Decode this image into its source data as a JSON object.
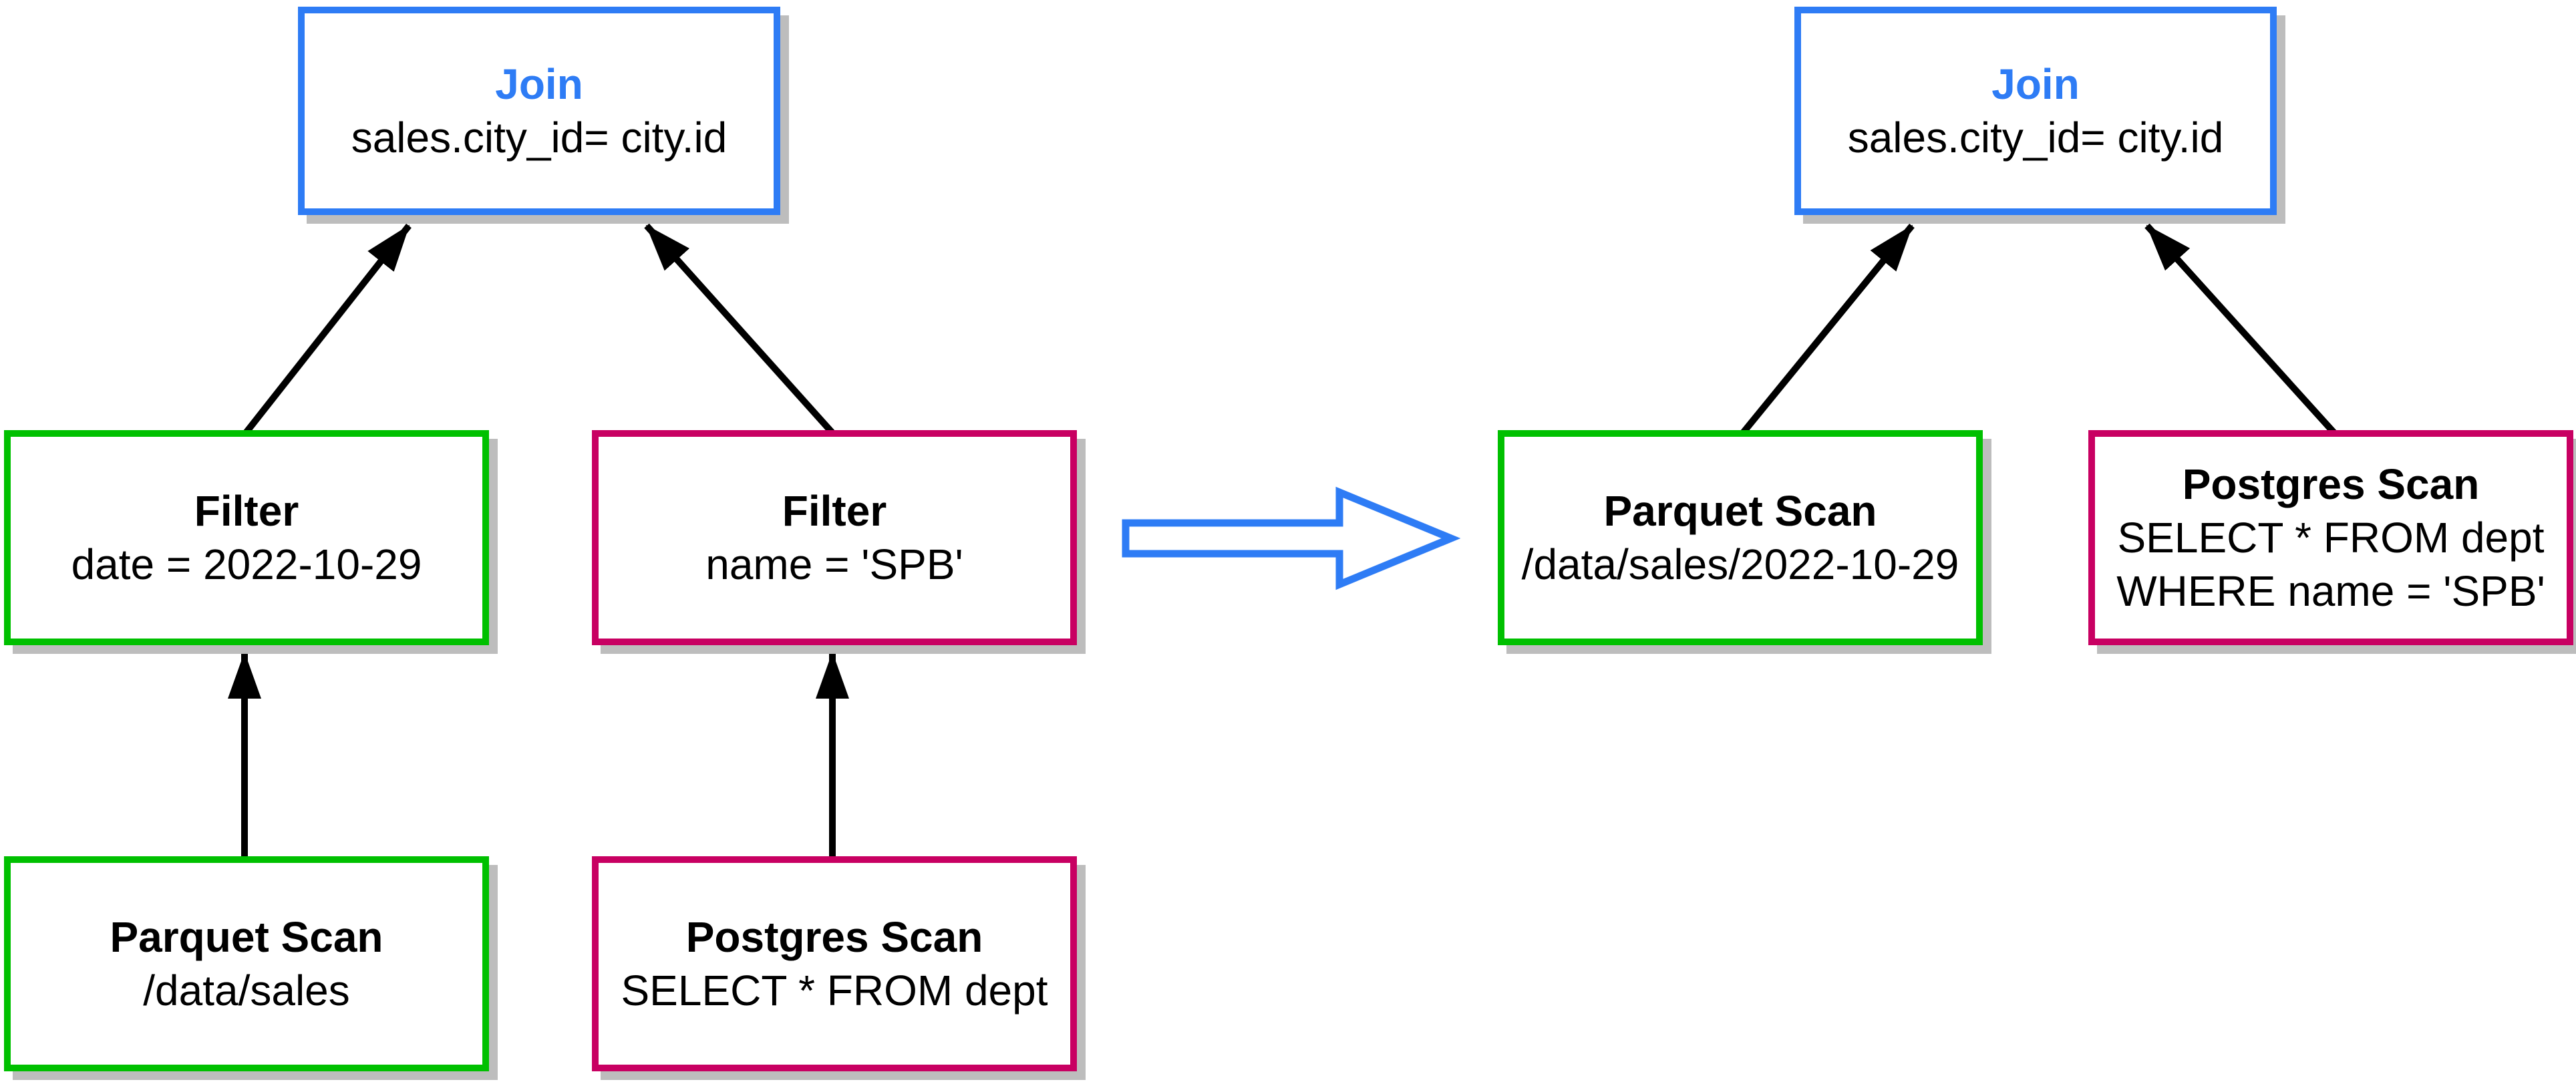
{
  "diagram": {
    "before": {
      "join": {
        "title": "Join",
        "condition": "sales.city_id= city.id"
      },
      "filter_date": {
        "title": "Filter",
        "predicate": "date = 2022-10-29"
      },
      "filter_name": {
        "title": "Filter",
        "predicate": "name = 'SPB'"
      },
      "parquet_scan": {
        "title": "Parquet Scan",
        "source": "/data/sales"
      },
      "postgres_scan": {
        "title": "Postgres Scan",
        "query": "SELECT * FROM dept"
      }
    },
    "after": {
      "join": {
        "title": "Join",
        "condition": "sales.city_id= city.id"
      },
      "parquet_scan": {
        "title": "Parquet Scan",
        "source": "/data/sales/2022-10-29"
      },
      "postgres_scan": {
        "title": "Postgres Scan",
        "query_line1": "SELECT * FROM dept",
        "query_line2": "WHERE name = 'SPB'"
      }
    },
    "colors": {
      "join_accent": "#2E7CF5",
      "parquet_accent": "#00C000",
      "postgres_accent": "#C80062",
      "edge": "#000000",
      "transform_arrow": "#2E7CF5",
      "shadow": "#BDBDBD"
    }
  }
}
